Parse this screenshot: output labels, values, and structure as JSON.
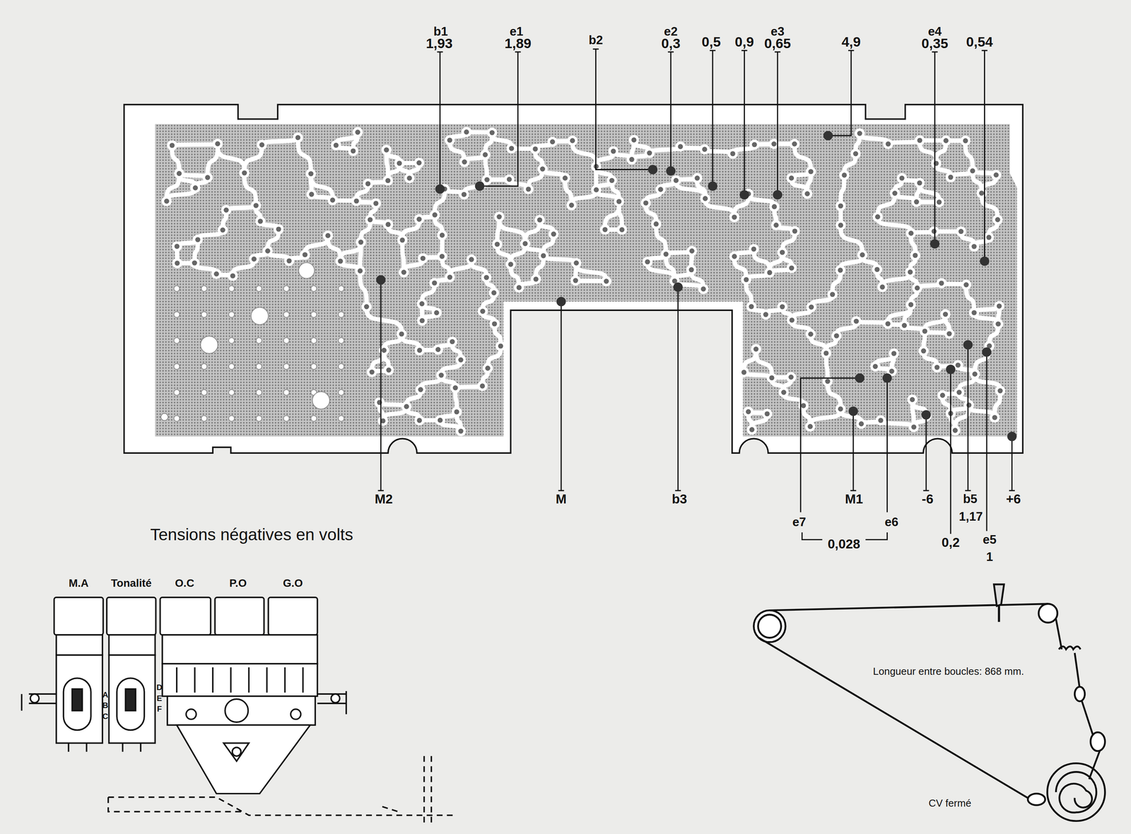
{
  "diagram": {
    "labels": [
      "b1",
      "1,93",
      "e1",
      "1,89",
      "b2",
      "e2",
      "0,3",
      "0,5",
      "0,9",
      "e3",
      "0,65",
      "4,9",
      "e4",
      "0,35",
      "0,54",
      "M2",
      "M",
      "b3",
      "e7",
      "M1",
      "e6",
      "-6",
      "b5",
      "+6",
      "0,028",
      "1,17",
      "0,2",
      "e5",
      "1",
      "Tensions négatives en volts",
      "M.A",
      "Tonalité",
      "O.C",
      "P.O",
      "G.O",
      "A",
      "B",
      "C",
      "D",
      "E",
      "F",
      "Longueur entre boucles: 868 mm.",
      "CV fermé"
    ]
  }
}
